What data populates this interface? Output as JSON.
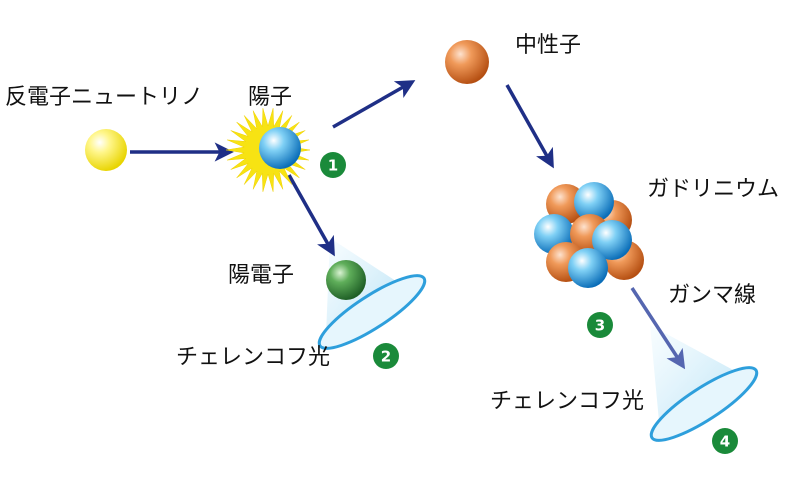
{
  "labels": {
    "antineutrino": "反電子ニュートリノ",
    "proton": "陽子",
    "neutron": "中性子",
    "positron": "陽電子",
    "gadolinium": "ガドリニウム",
    "gamma": "ガンマ線",
    "cherenkov_1": "チェレンコフ光",
    "cherenkov_2": "チェレンコフ光"
  },
  "steps": [
    "1",
    "2",
    "3",
    "4"
  ],
  "colors": {
    "arrow": "#1f2f86",
    "step_badge": "#1a8a3a",
    "antineutrino": "#f2e600",
    "proton": "#1a86d6",
    "neutron": "#d9641f",
    "positron": "#2f7d36",
    "cone": "#bfe6f7",
    "cone_rim": "#3aa7df",
    "flash": "#f7e313"
  }
}
